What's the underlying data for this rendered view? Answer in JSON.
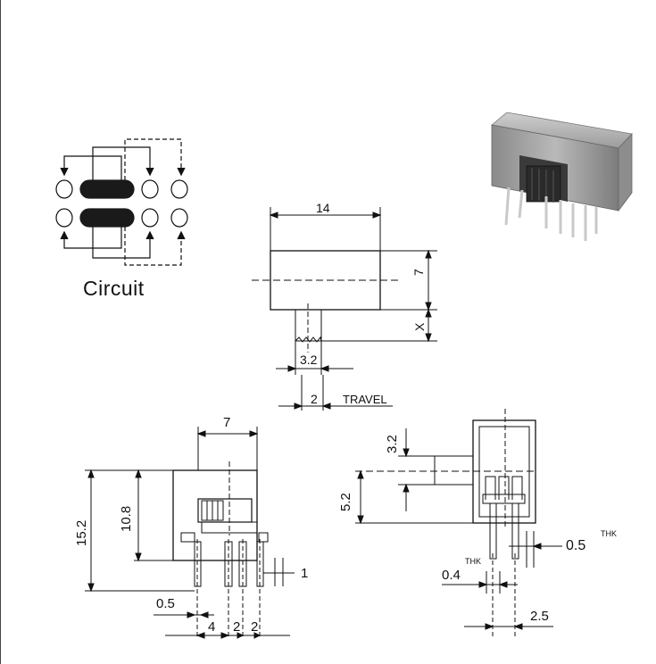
{
  "circuit": {
    "caption": "Circuit"
  },
  "top_view": {
    "width_label": "14",
    "height_label": "7",
    "x_label": "X",
    "actuator_label": "3.2",
    "travel_value": "2",
    "travel_text": "TRAVEL"
  },
  "front_view": {
    "width_label": "7",
    "height_label": "15.2",
    "body_height_label": "10.8",
    "tab_label": "1",
    "pin_label": "0.5",
    "pitch_labels": [
      "4",
      "2",
      "2"
    ]
  },
  "side_view": {
    "actuator_label": "3.2",
    "offset_label": "5.2",
    "thk_right_label": "0.5",
    "thk_right_sup": "THK",
    "thk_left_sup": "THK",
    "thk_left_label": "0.4",
    "pitch_label": "2.5"
  },
  "colors": {
    "line": "#111111",
    "fill_dark": "#1a1a1a",
    "background": "#ffffff"
  }
}
